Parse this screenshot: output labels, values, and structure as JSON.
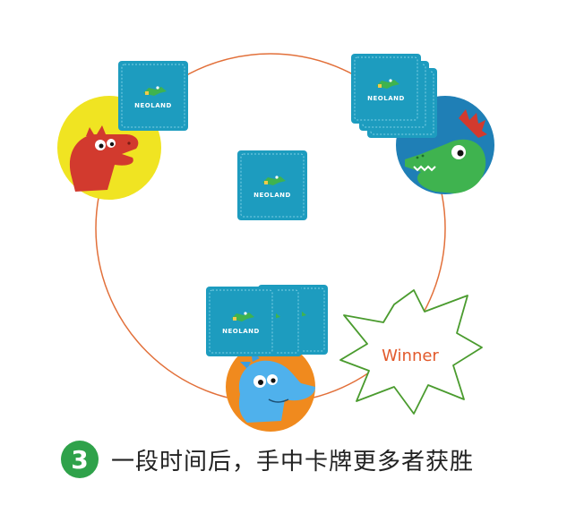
{
  "colors": {
    "circle": "#e2703a",
    "card_fill": "#1d9cbf",
    "card_border": "#7fd0e6",
    "winner_star": "#4a9b2e",
    "winner_text": "#e25a2c",
    "badge": "#2fa24a"
  },
  "cards": {
    "brand": "NEOLAND"
  },
  "players": [
    {
      "name": "red-dinosaur",
      "icon": "red-dino-icon",
      "color": "#f0e422"
    },
    {
      "name": "green-dinosaur",
      "icon": "green-croc-icon",
      "color": "#1f7fb6"
    },
    {
      "name": "blue-dinosaur",
      "icon": "blue-dino-icon",
      "color": "#f08a1e"
    }
  ],
  "winner": {
    "label": "Winner"
  },
  "caption": {
    "step_number": "3",
    "text": "一段时间后，手中卡牌更多者获胜"
  }
}
